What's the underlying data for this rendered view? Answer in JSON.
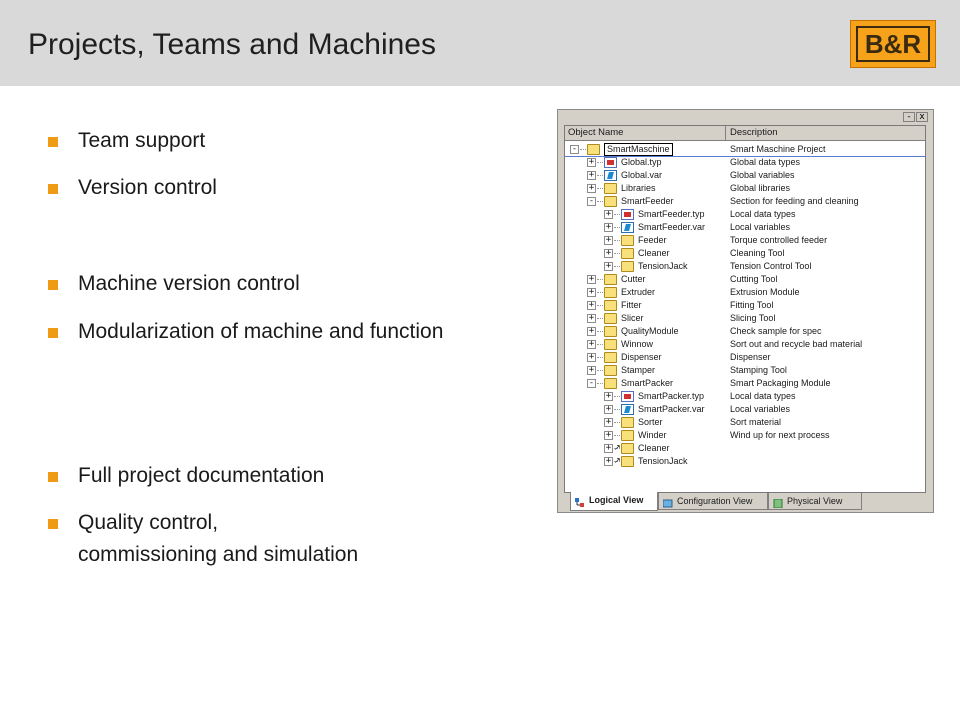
{
  "slide": {
    "title": "Projects, Teams and Machines",
    "logo_text": "B&R",
    "accent_color": "#f09b15",
    "logo_color": "#f7a21b"
  },
  "bullets": [
    "Team support",
    "Version control",
    "Machine version control",
    "Modularization of machine and function",
    "Full project documentation",
    "Quality control,",
    "commissioning and simulation"
  ],
  "tree_window": {
    "close_glyph": "x",
    "pin_glyph": "-",
    "columns": [
      "Object Name",
      "Description"
    ],
    "rows": [
      {
        "name": "SmartMaschine",
        "desc": "Smart Maschine Project"
      },
      {
        "name": "Global.typ",
        "desc": "Global data types"
      },
      {
        "name": "Global.var",
        "desc": "Global variables"
      },
      {
        "name": "Libraries",
        "desc": "Global libraries"
      },
      {
        "name": "SmartFeeder",
        "desc": "Section for feeding and cleaning"
      },
      {
        "name": "SmartFeeder.typ",
        "desc": "Local data types"
      },
      {
        "name": "SmartFeeder.var",
        "desc": "Local variables"
      },
      {
        "name": "Feeder",
        "desc": "Torque controlled feeder"
      },
      {
        "name": "Cleaner",
        "desc": "Cleaning Tool"
      },
      {
        "name": "TensionJack",
        "desc": "Tension Control Tool"
      },
      {
        "name": "Cutter",
        "desc": "Cutting Tool"
      },
      {
        "name": "Extruder",
        "desc": "Extrusion Module"
      },
      {
        "name": "Fitter",
        "desc": "Fitting Tool"
      },
      {
        "name": "Slicer",
        "desc": "Slicing Tool"
      },
      {
        "name": "QualityModule",
        "desc": "Check sample for spec"
      },
      {
        "name": "Winnow",
        "desc": "Sort out and recycle bad material"
      },
      {
        "name": "Dispenser",
        "desc": "Dispenser"
      },
      {
        "name": "Stamper",
        "desc": "Stamping Tool"
      },
      {
        "name": "SmartPacker",
        "desc": "Smart Packaging Module"
      },
      {
        "name": "SmartPacker.typ",
        "desc": "Local data types"
      },
      {
        "name": "SmartPacker.var",
        "desc": "Local variables"
      },
      {
        "name": "Sorter",
        "desc": "Sort material"
      },
      {
        "name": "Winder",
        "desc": "Wind up for next process"
      },
      {
        "name": "Cleaner",
        "desc": ""
      },
      {
        "name": "TensionJack",
        "desc": ""
      }
    ],
    "tabs": [
      "Logical View",
      "Configuration View",
      "Physical View"
    ]
  }
}
